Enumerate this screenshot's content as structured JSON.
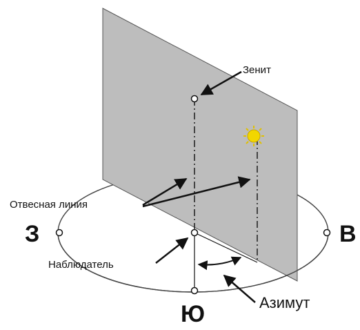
{
  "labels": {
    "zenith": "Зенит",
    "plumb_line": "Отвесная линия",
    "observer": "Наблюдатель",
    "azimuth": "Азимут",
    "west": "З",
    "east": "В",
    "south": "Ю"
  },
  "colors": {
    "plane_fill": "#bdbdbd",
    "plane_edge": "#555555",
    "line": "#111111",
    "sun": "#f2d600",
    "sun_outline": "#c9a800"
  },
  "icons": {
    "sun": "sun-icon"
  }
}
